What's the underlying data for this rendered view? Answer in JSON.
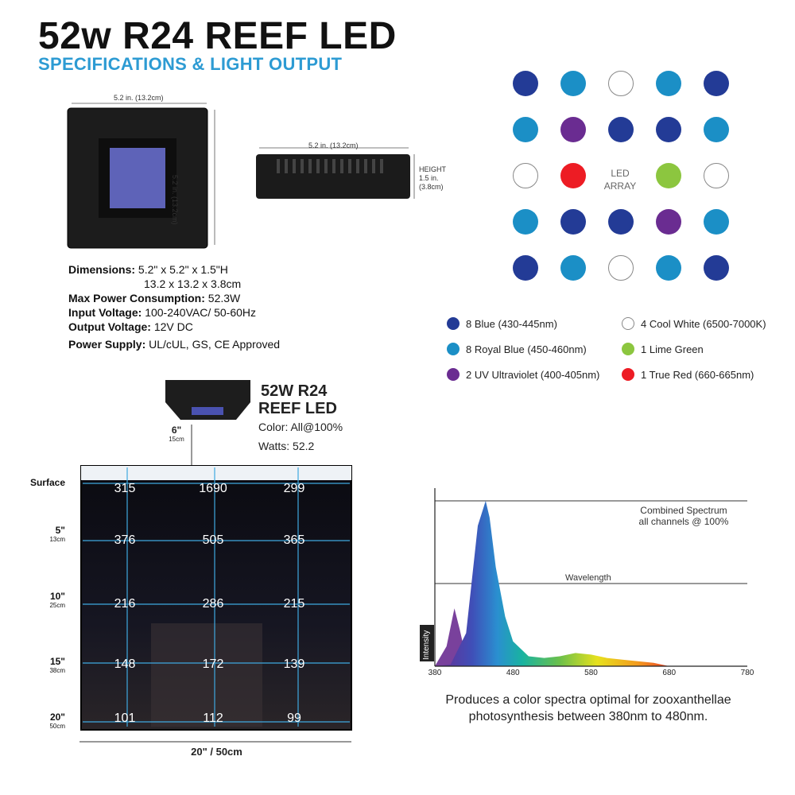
{
  "header": {
    "title": "52w R24 REEF LED",
    "subtitle": "SPECIFICATIONS & LIGHT OUTPUT"
  },
  "top_view": {
    "width_label": "5.2 in. (13.2cm)",
    "height_label": "5.2 in. (13.2cm)"
  },
  "side_view": {
    "width_label": "5.2 in. (13.2cm)",
    "height_title": "HEIGHT",
    "height_in": "1.5 in.",
    "height_cm": "(3.8cm)"
  },
  "specs": {
    "dimensions_label": "Dimensions:",
    "dimensions_value": "5.2\" x 5.2\" x 1.5\"H",
    "dimensions_metric": "13.2 x 13.2 x 3.8cm",
    "power_label": "Max Power Consumption:",
    "power_value": "52.3W",
    "input_label": "Input Voltage:",
    "input_value": "100-240VAC/ 50-60Hz",
    "output_label": "Output Voltage:",
    "output_value": "12V DC",
    "supply_label": "Power Supply:",
    "supply_value": "UL/cUL, GS, CE Approved"
  },
  "led_array": {
    "center_label_1": "LED",
    "center_label_2": "ARRAY",
    "colors": {
      "blue": "#233b96",
      "royal": "#1b8fc6",
      "uv": "#6a2c91",
      "white": "#ffffff",
      "lime": "#8cc63f",
      "red": "#ed1c24"
    },
    "grid": [
      [
        "blue",
        "royal",
        "white",
        "royal",
        "blue"
      ],
      [
        "royal",
        "uv",
        "blue",
        "blue",
        "royal"
      ],
      [
        "white",
        "red",
        "",
        "lime",
        "white"
      ],
      [
        "royal",
        "blue",
        "blue",
        "uv",
        "royal"
      ],
      [
        "blue",
        "royal",
        "white",
        "royal",
        "blue"
      ]
    ]
  },
  "legend": [
    {
      "color": "blue",
      "label": "8 Blue (430-445nm)"
    },
    {
      "color": "white",
      "label": "4 Cool White (6500-7000K)"
    },
    {
      "color": "royal",
      "label": "8 Royal Blue (450-460nm)"
    },
    {
      "color": "lime",
      "label": "1 Lime Green"
    },
    {
      "color": "uv",
      "label": "2 UV Ultraviolet (400-405nm)"
    },
    {
      "color": "red",
      "label": "1 True Red (660-665nm)"
    }
  ],
  "fixture_card": {
    "name_1": "52W R24",
    "name_2": "REEF LED",
    "color_line": "Color: All@100%",
    "watts_line": "Watts: 52.2",
    "height_in": "6\"",
    "height_cm": "15cm"
  },
  "tank": {
    "width_label": "20\" / 50cm",
    "depths": [
      {
        "in": "Surface",
        "cm": ""
      },
      {
        "in": "5\"",
        "cm": "13cm"
      },
      {
        "in": "10\"",
        "cm": "25cm"
      },
      {
        "in": "15\"",
        "cm": "38cm"
      },
      {
        "in": "20\"",
        "cm": "50cm"
      }
    ],
    "par_rows": [
      [
        "315",
        "1690",
        "299"
      ],
      [
        "376",
        "505",
        "365"
      ],
      [
        "216",
        "286",
        "215"
      ],
      [
        "148",
        "172",
        "139"
      ],
      [
        "101",
        "112",
        "99"
      ]
    ]
  },
  "chart_data": {
    "type": "area",
    "x_ticks": [
      "380",
      "480",
      "580",
      "680",
      "780"
    ],
    "xlim": [
      380,
      780
    ],
    "ylabel": "Intensity",
    "annotation_1": "Combined Spectrum",
    "annotation_2": "all channels @ 100%",
    "annotation_3": "Wavelength",
    "series": [
      {
        "x": [
          380,
          395,
          405,
          412,
          420,
          430
        ],
        "y": [
          0,
          0.12,
          0.35,
          0.22,
          0.05,
          0
        ]
      },
      {
        "x": [
          380,
          400,
          420,
          435,
          445,
          450,
          458,
          470,
          480,
          500,
          520,
          540,
          560,
          580,
          600,
          620,
          640,
          660,
          680,
          700,
          780
        ],
        "y": [
          0,
          0.01,
          0.2,
          0.85,
          1.0,
          0.9,
          0.6,
          0.3,
          0.15,
          0.06,
          0.05,
          0.06,
          0.08,
          0.07,
          0.05,
          0.04,
          0.03,
          0.02,
          0.0,
          0,
          0
        ]
      }
    ]
  },
  "caption": {
    "line_1": "Produces a color spectra optimal for zooxanthellae",
    "line_2": "photosynthesis between 380nm to 480nm."
  }
}
